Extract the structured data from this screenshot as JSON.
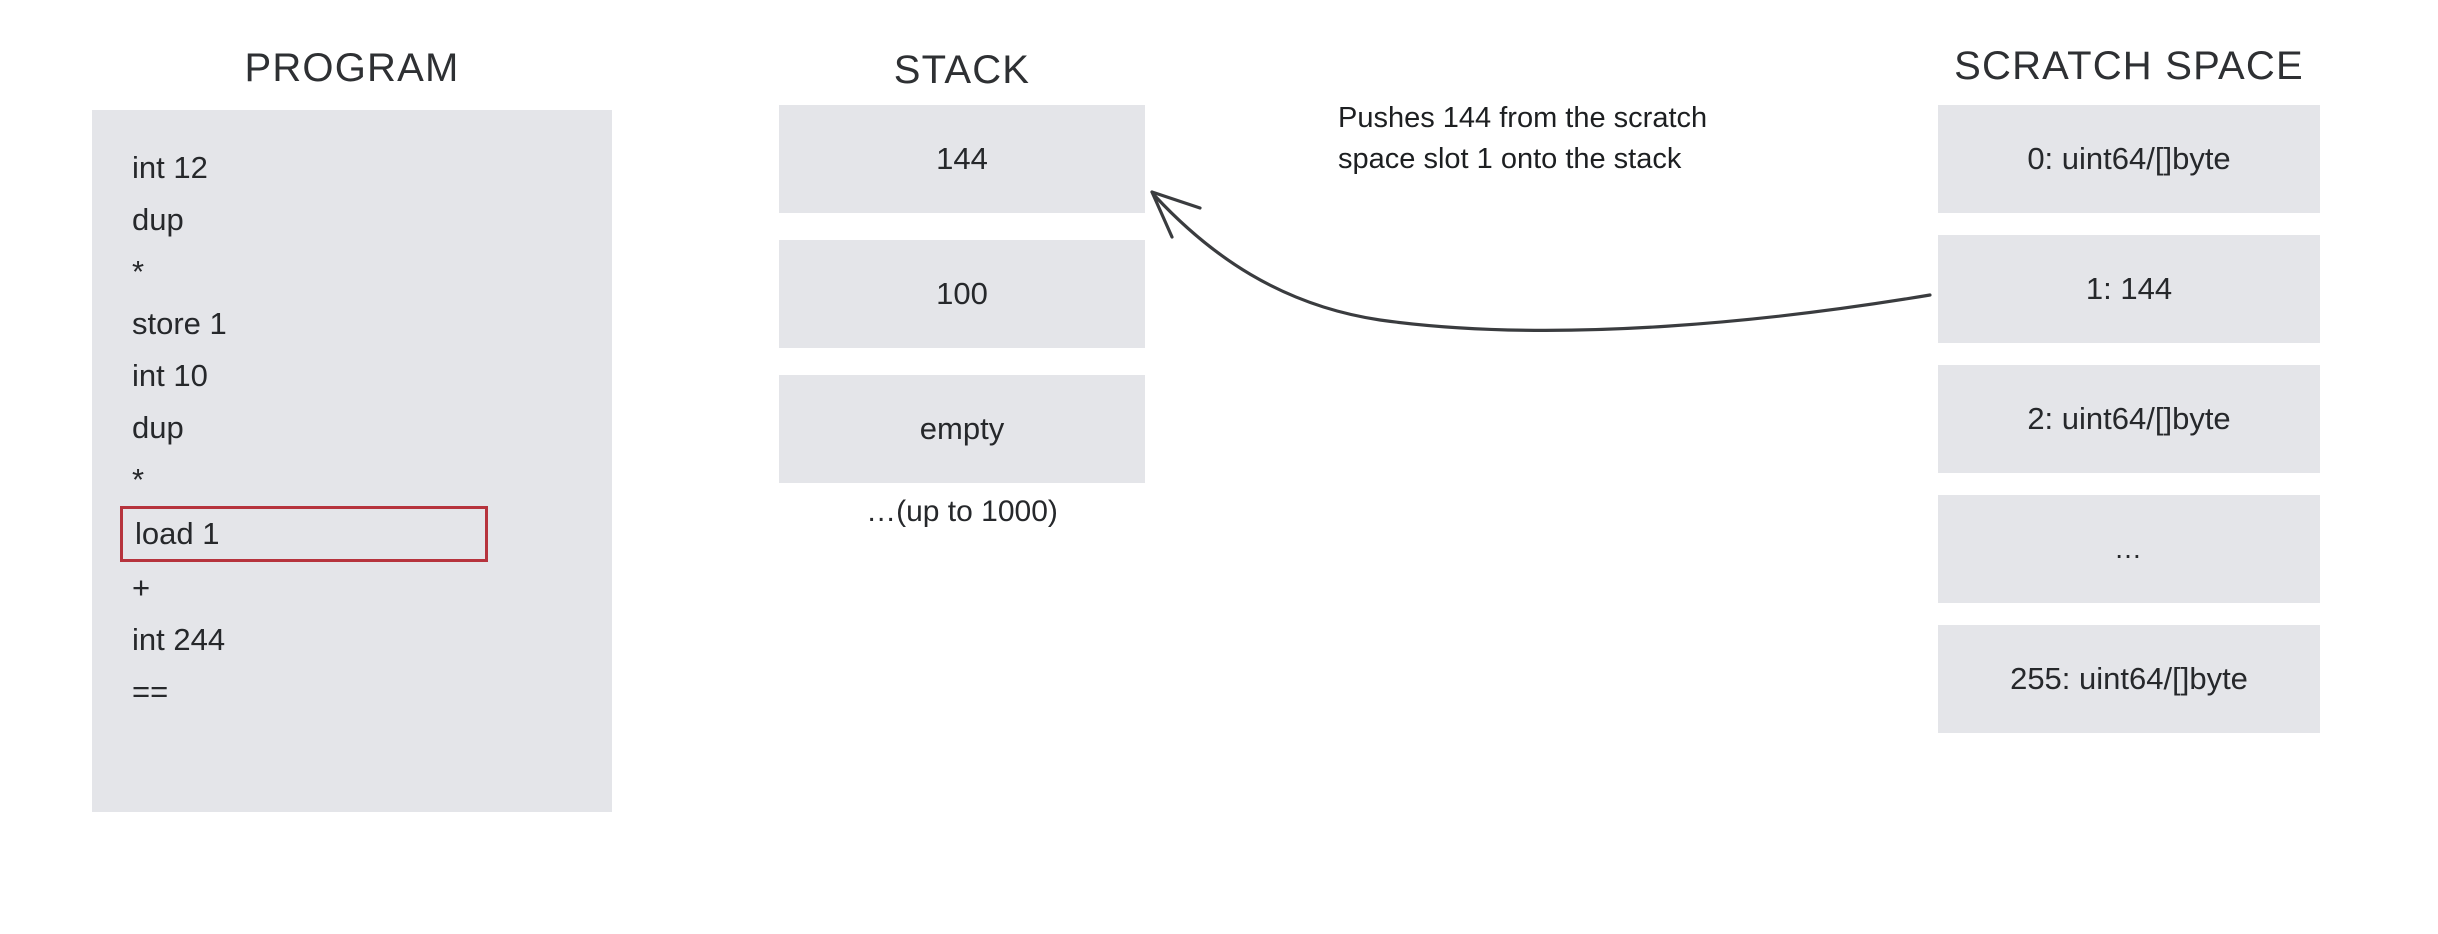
{
  "diagram": {
    "columns": {
      "program": {
        "heading": "PROGRAM",
        "instructions": [
          {
            "text": "int 12",
            "highlighted": false
          },
          {
            "text": "dup",
            "highlighted": false
          },
          {
            "text": "*",
            "highlighted": false
          },
          {
            "text": "store 1",
            "highlighted": false
          },
          {
            "text": "int 10",
            "highlighted": false
          },
          {
            "text": "dup",
            "highlighted": false
          },
          {
            "text": "*",
            "highlighted": false
          },
          {
            "text": "load 1",
            "highlighted": true
          },
          {
            "text": "+",
            "highlighted": false
          },
          {
            "text": "int 244",
            "highlighted": false
          },
          {
            "text": "==",
            "highlighted": false
          }
        ]
      },
      "stack": {
        "heading": "STACK",
        "slots": [
          {
            "label": "144"
          },
          {
            "label": "100"
          },
          {
            "label": "empty"
          }
        ],
        "note": "…(up to 1000)"
      },
      "scratch": {
        "heading": "SCRATCH SPACE",
        "slots": [
          {
            "label": "0: uint64/[]byte"
          },
          {
            "label": "1: 144"
          },
          {
            "label": "2: uint64/[]byte"
          },
          {
            "label": "…"
          },
          {
            "label": "255: uint64/[]byte"
          }
        ]
      }
    },
    "annotation": {
      "line1": "Pushes 144 from the scratch",
      "line2": "space slot 1 onto the stack",
      "arrow_name": "curved-arrow-scratch-to-stack"
    },
    "colors": {
      "slot_fill": "#e4e5e9",
      "highlight_border": "#b6333d",
      "text": "#26282b",
      "arrow": "#3a3c3f",
      "background": "#ffffff"
    }
  }
}
